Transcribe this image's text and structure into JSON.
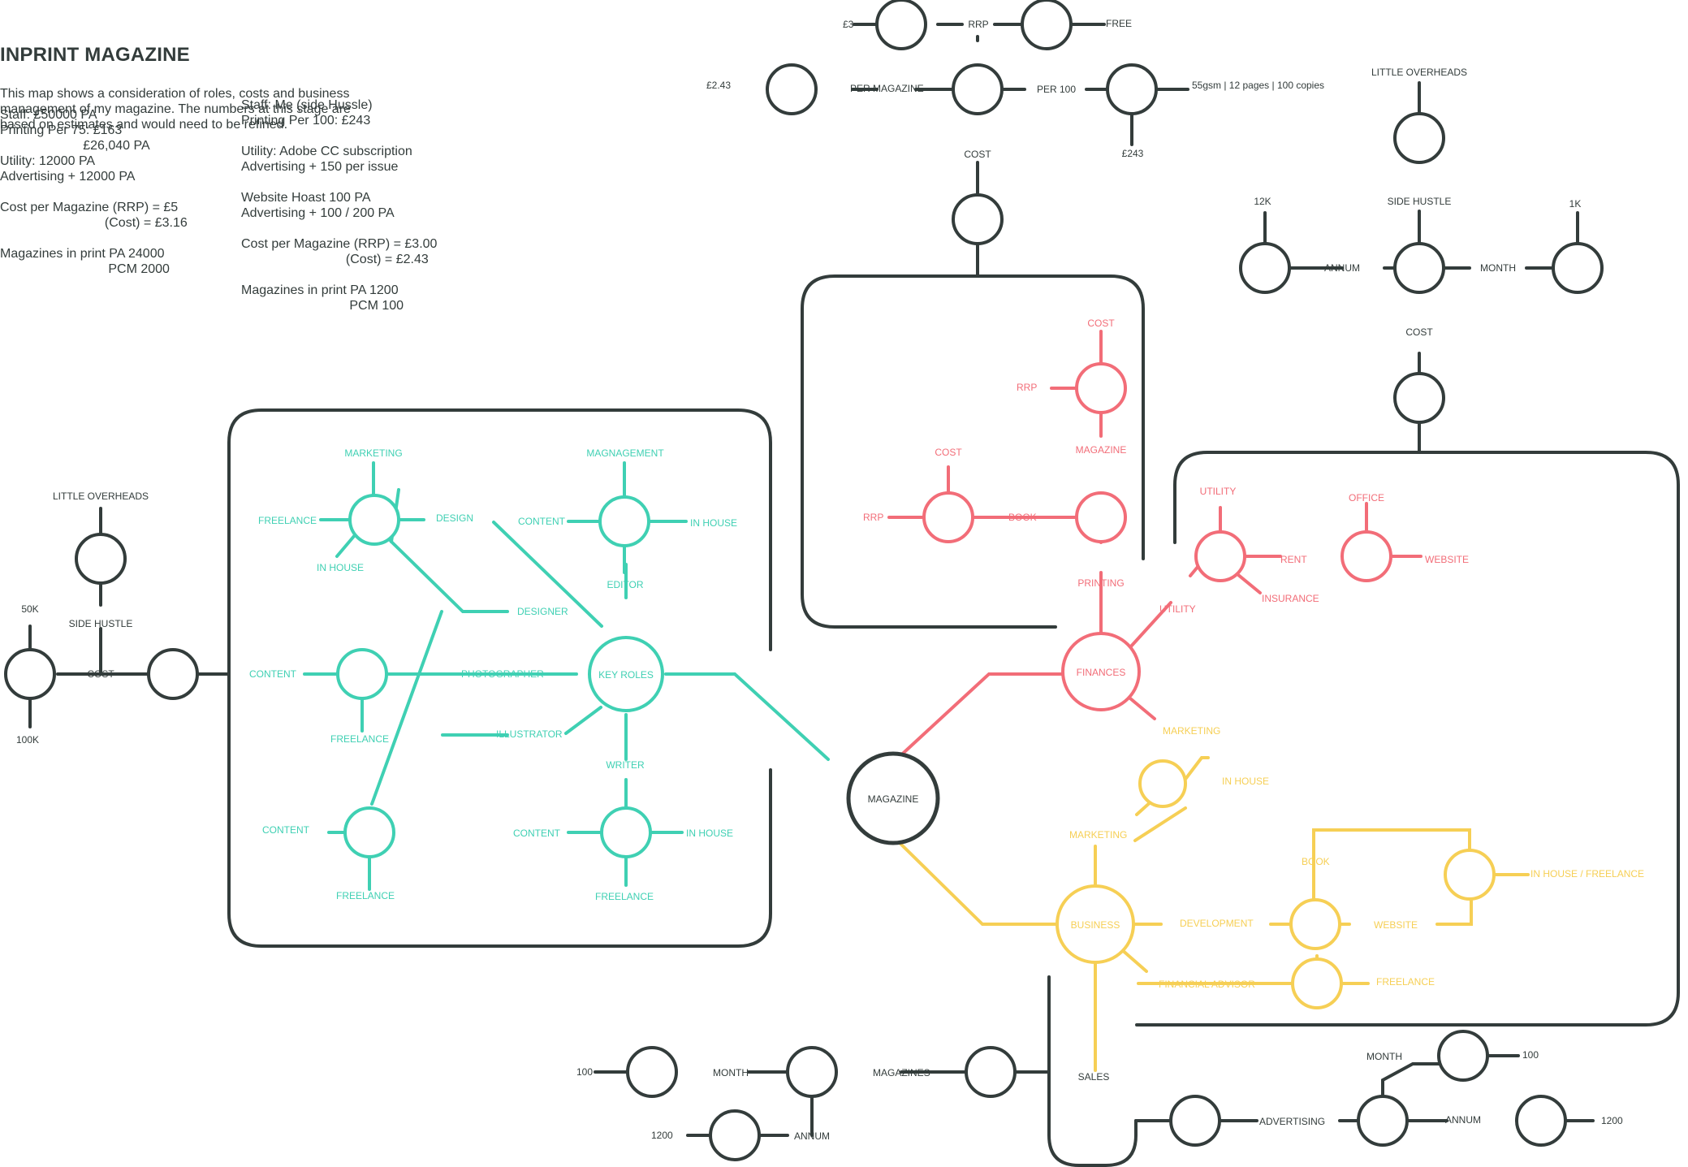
{
  "title": "INPRINT MAGAZINE",
  "description": "This map shows a consideration of roles, costs and business management of my magazine. The numbers at this stage are based on estimates and would need to be refined.",
  "notes_left": "Staff: £50000 PA\nPrinting Per 75: £163\n                       £26,040 PA\nUtility: 12000 PA\nAdvertising + 12000 PA\n\nCost per Magazine (RRP) = £5\n                             (Cost) = £3.16\n\nMagazines in print PA 24000\n                              PCM 2000",
  "notes_right": "Staff: Me (side Hussle)\nPrinting Per 100: £243\n\nUtility: Adobe CC subscription\nAdvertising + 150 per issue\n\nWebsite Hoast 100 PA\nAdvertising + 100 / 200 PA\n\nCost per Magazine (RRP) = £3.00\n                             (Cost) = £2.43\n\nMagazines in print PA 1200\n                              PCM 100",
  "colors": {
    "dark": "#333c3b",
    "teal": "#3fd0b3",
    "red": "#f26d78",
    "yellow": "#f6cf55"
  },
  "labels": {
    "center": "MAGAZINE",
    "key_roles": "KEY ROLES",
    "finances": "FINANCES",
    "business": "BUSINESS",
    "sales": "SALES",
    "designer": "DESIGNER",
    "editor": "EDITOR",
    "photographer": "PHOTOGRAPHER",
    "illustrator": "ILLUSTRATOR",
    "writer": "WRITER",
    "marketing": "MARKETING",
    "freelance": "FREELANCE",
    "design": "DESIGN",
    "in_house": "IN HOUSE",
    "magnagement": "MAGNAGEMENT",
    "content": "CONTENT",
    "printing": "PRINTING",
    "magazine_node": "MAGAZINE",
    "book": "BOOK",
    "cost": "COST",
    "rrp": "RRP",
    "utility": "UTILITY",
    "rent": "RENT",
    "office": "OFFICE",
    "website": "WEBSITE",
    "insurance": "INSURANCE",
    "marketing_fin": "MARKETING",
    "marketing_bus": "MARKETING",
    "development": "DEVELOPMENT",
    "in_house_freelance": "IN HOUSE / FREELANCE",
    "financial_advisor": "FINANCIAL ADVISOR",
    "little_overheads": "LITTLE OVERHEADS",
    "side_hustle": "SIDE HUSTLE",
    "v50k": "50K",
    "v100k": "100K",
    "v12k": "12K",
    "v1k": "1K",
    "annum": "ANNUM",
    "month": "MONTH",
    "per_magazine": "PER MAGAZINE",
    "per_100": "PER 100",
    "p3": "£3",
    "free": "FREE",
    "p243": "£2.43",
    "gsm": "55gsm | 12 pages | 100 copies",
    "p243b": "£243",
    "magazines": "MAGAZINES",
    "n100": "100",
    "n1200": "1200",
    "advertising": "ADVERTISING"
  }
}
